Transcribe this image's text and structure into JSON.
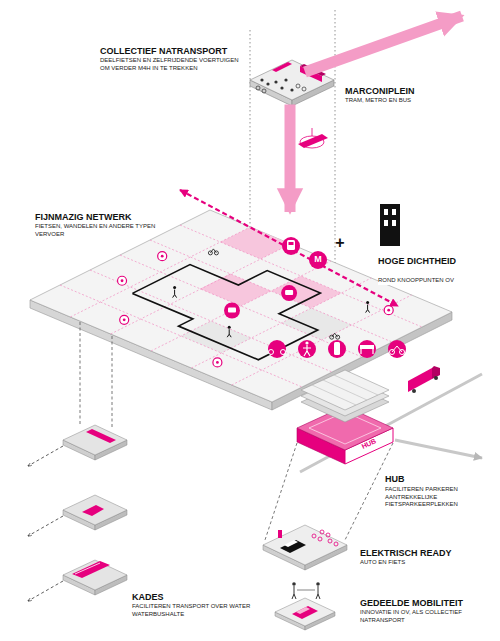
{
  "diagram": {
    "nodes": [
      {
        "text": [
          "COLLECTIEF NATRANSPORT",
          "DEELFIETSEN EN ZELFRIJDENDE VOERTUIGEN OM VERDER M4H IN TE TREKKEN"
        ]
      },
      {
        "text": [
          "MARCONIPLEIN",
          "TRAM, METRO EN BUS"
        ]
      },
      {
        "text": [
          "FIJNMAZIG NETWERK",
          "FIETSEN, WANDELEN EN ANDERE TYPEN VERVOER"
        ]
      },
      {
        "text": [
          "HOGE DICHTHEID",
          "ROND KNOOPPUNTEN OV"
        ]
      },
      {
        "text": [
          "HUB",
          "FACILITEREN PARKEREN AANTREKKELIJKE FIETSPARKEERPLEKKEN"
        ]
      },
      {
        "text": [
          "ELEKTRISCH READY",
          "AUTO EN FIETS"
        ]
      },
      {
        "text": [
          "KADES",
          "FACILITEREN TRANSPORT OVER WATER WATERBUSHALTE"
        ]
      },
      {
        "text": [
          "GEDEELDE MOBILITEIT",
          "INNOVATIE IN OV, ALS COLLECTIEF NATRANSPORT"
        ]
      }
    ],
    "edges": [
      {
        "from": 1,
        "to": 2,
        "arrow": "to"
      }
    ],
    "labels": [
      "M",
      "+",
      "HUB"
    ]
  }
}
